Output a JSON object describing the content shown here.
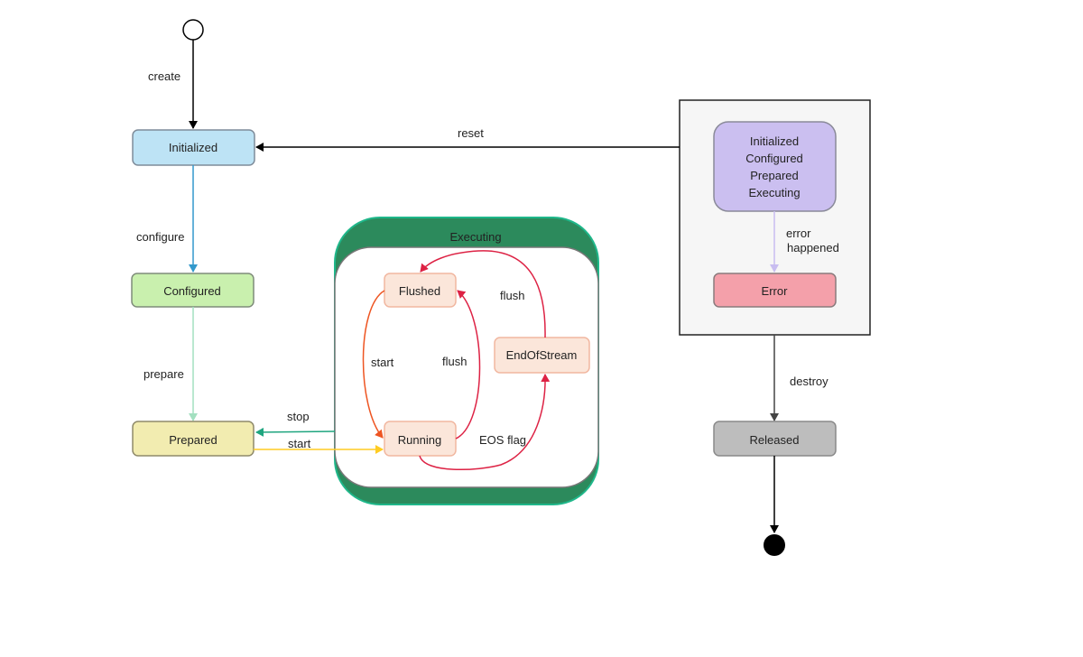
{
  "diagram": {
    "states": {
      "initialized": {
        "label": "Initialized",
        "fill": "#bde3f5",
        "stroke": "#7f8c9a"
      },
      "configured": {
        "label": "Configured",
        "fill": "#c9f0ae",
        "stroke": "#7f8c7a"
      },
      "prepared": {
        "label": "Prepared",
        "fill": "#f2ecb0",
        "stroke": "#8f8a6a"
      },
      "flushed": {
        "label": "Flushed",
        "fill": "#fbe6da",
        "stroke": "#f1b7a0"
      },
      "running": {
        "label": "Running",
        "fill": "#fbe6da",
        "stroke": "#f1b7a0"
      },
      "end_of_stream": {
        "label": "EndOfStream",
        "fill": "#fbe6da",
        "stroke": "#f1b7a0"
      },
      "error_sources": {
        "lines": [
          "Initialized",
          "Configured",
          "Prepared",
          "Executing"
        ],
        "fill": "#cbbff0",
        "stroke": "#8a8a99"
      },
      "error": {
        "label": "Error",
        "fill": "#f4a0aa",
        "stroke": "#8a7a7c"
      },
      "released": {
        "label": "Released",
        "fill": "#bdbdbd",
        "stroke": "#8a8a8a"
      }
    },
    "composite": {
      "executing": {
        "label": "Executing",
        "fill": "#2c8a5c",
        "stroke": "#1fb78a"
      }
    },
    "transitions": {
      "create": {
        "label": "create",
        "color": "#000000"
      },
      "configure": {
        "label": "configure",
        "color": "#3399cc"
      },
      "prepare": {
        "label": "prepare",
        "color": "#a3e0c0"
      },
      "stop": {
        "label": "stop",
        "color": "#1fa57f"
      },
      "start_prepared": {
        "label": "start",
        "color": "#ffcc22"
      },
      "start_flushed": {
        "label": "start",
        "color": "#ee5522"
      },
      "flush_running": {
        "label": "flush",
        "color": "#dd2244"
      },
      "flush_eos": {
        "label": "flush",
        "color": "#dd2244"
      },
      "eos_flag": {
        "label": "EOS flag",
        "color": "#dd2244"
      },
      "reset": {
        "label": "reset",
        "color": "#000000"
      },
      "error_happened": {
        "label": "error happened",
        "line1": "error",
        "line2": "happened",
        "color": "#c8bdf0"
      },
      "destroy": {
        "label": "destroy",
        "color": "#333333"
      }
    }
  }
}
